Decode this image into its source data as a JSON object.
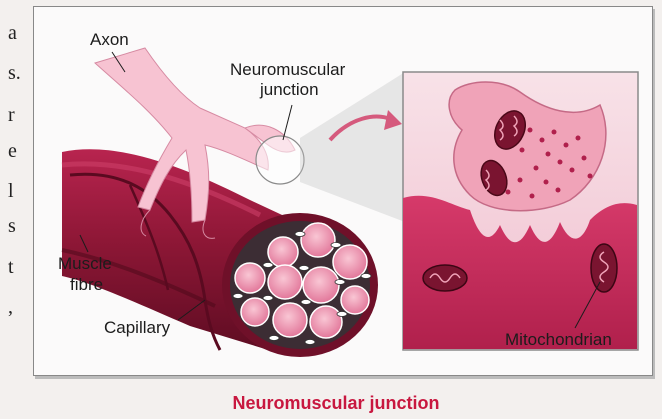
{
  "page_edge_text": [
    "a",
    "s.",
    "r",
    "e",
    "l",
    "s",
    "t",
    ","
  ],
  "labels": {
    "axon": "Axon",
    "junction_line1": "Neuromuscular",
    "junction_line2": "junction",
    "muscle_line1": "Muscle",
    "muscle_line2": "fibre",
    "capillary": "Capillary",
    "mitochondrian": "Mitochondrian"
  },
  "caption": "Neuromuscular junction",
  "colors": {
    "muscle_dark": "#8e1736",
    "muscle_mid": "#c92d5c",
    "muscle_light": "#f0a3b8",
    "axon_pink": "#f7c3d2",
    "caption_red": "#c8173f",
    "inset_bg": "#f4d3dc"
  }
}
